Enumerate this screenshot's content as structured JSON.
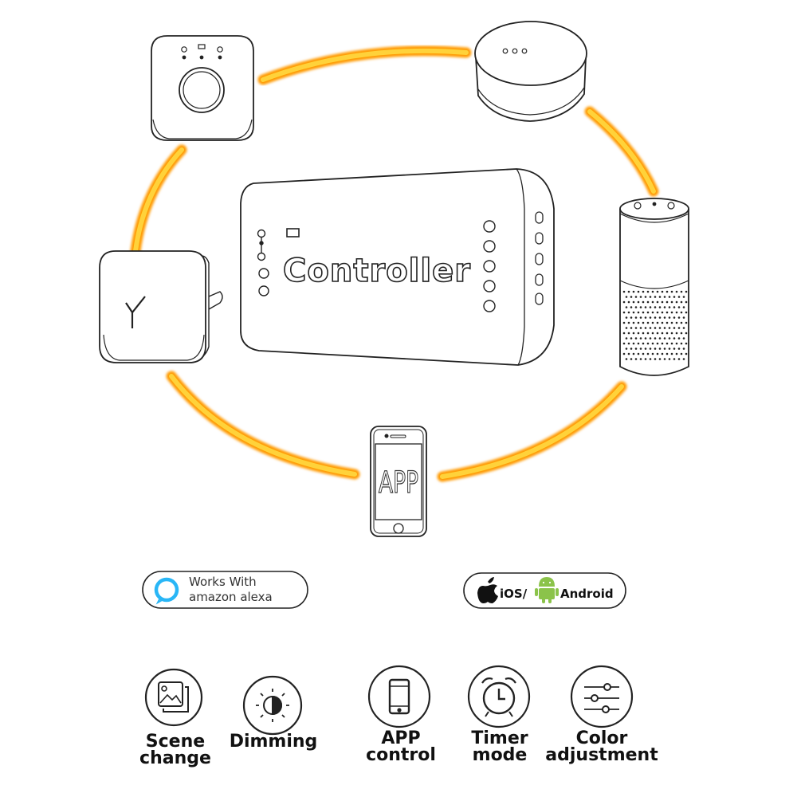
{
  "controller": {
    "label": "Controller"
  },
  "phone": {
    "screen_text": "APP"
  },
  "badges": {
    "alexa": {
      "line1": "Works With",
      "line2": "amazon alexa",
      "accent_color": "#29b6f6"
    },
    "platform": {
      "ios": "iOS/",
      "android": "Android",
      "android_color": "#8bc34a"
    }
  },
  "features": [
    {
      "line1": "Scene",
      "line2": "change",
      "icon": "scene-photo-icon"
    },
    {
      "line1": "Dimming",
      "line2": "",
      "icon": "dimming-sun-icon"
    },
    {
      "line1": "APP",
      "line2": "control",
      "icon": "smartphone-icon"
    },
    {
      "line1": "Timer",
      "line2": "mode",
      "icon": "alarm-clock-icon"
    },
    {
      "line1": "Color",
      "line2": "adjustment",
      "icon": "sliders-icon"
    }
  ],
  "colors": {
    "arc_outer": "#ff9a00",
    "arc_inner": "#ffd23a",
    "line": "#222222"
  }
}
